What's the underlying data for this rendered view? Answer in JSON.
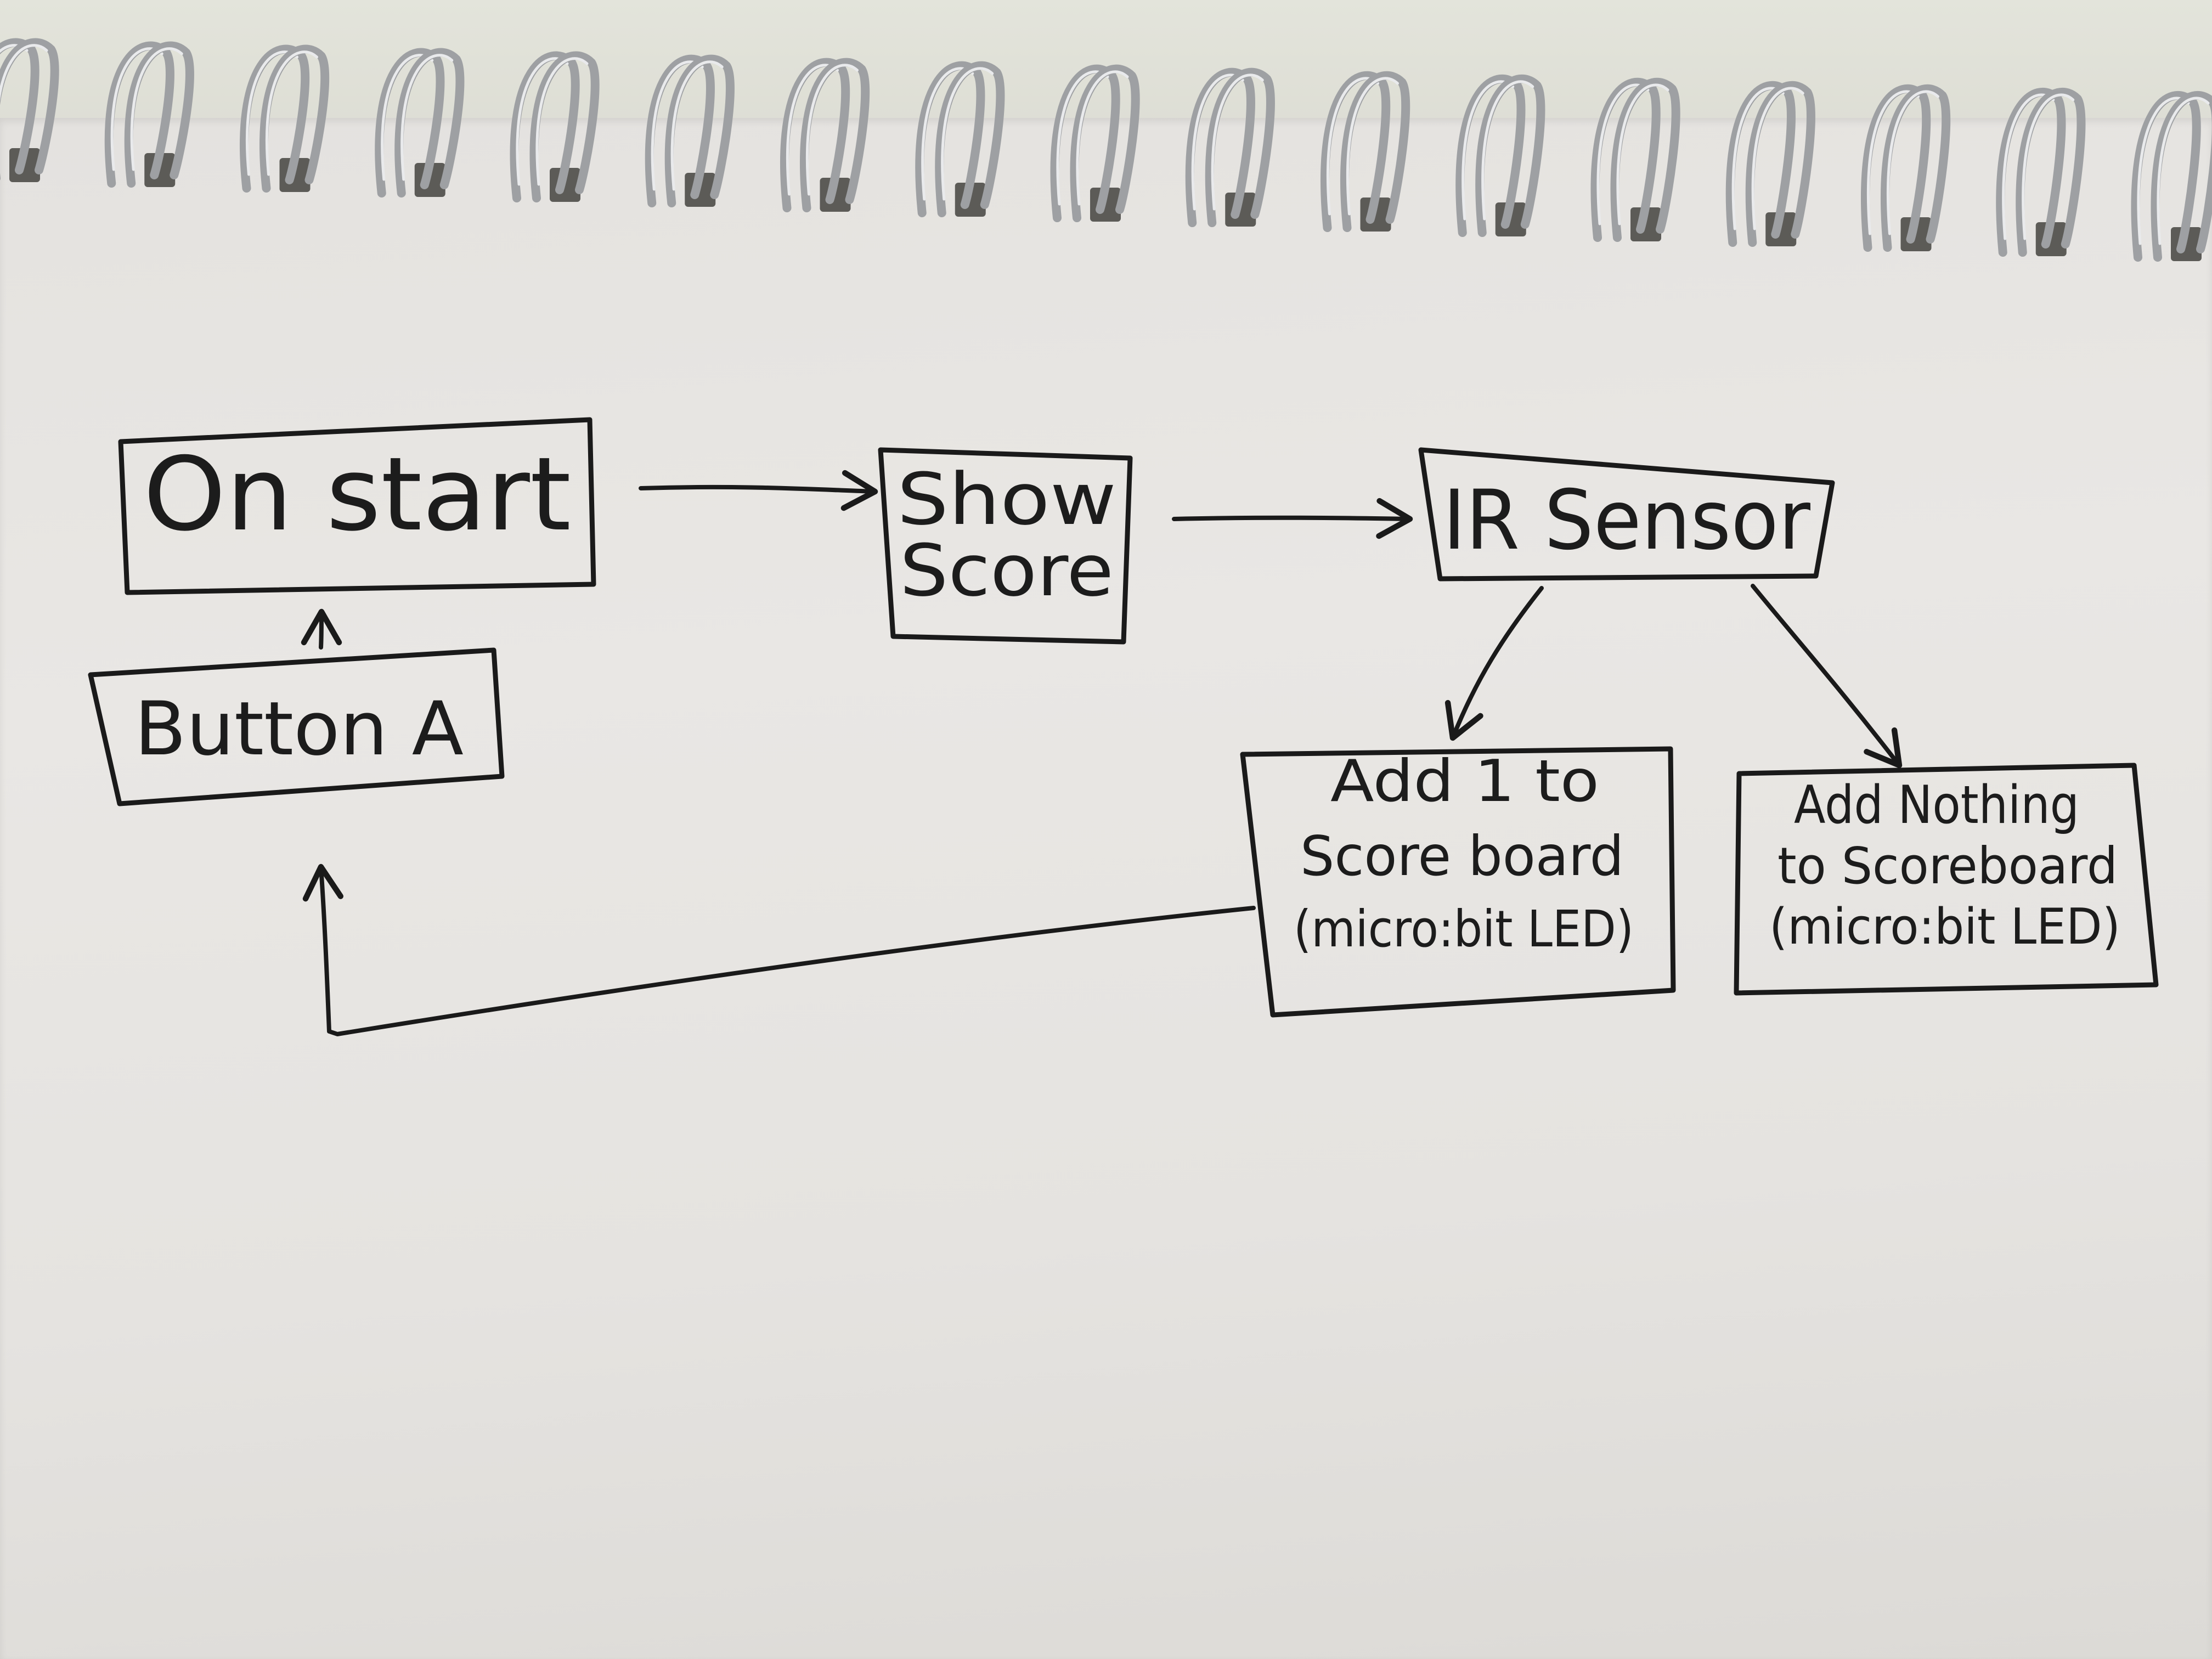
{
  "diagram": {
    "nodes": {
      "on_start": {
        "lines": [
          "On start"
        ]
      },
      "show_score": {
        "lines": [
          "Show",
          "Score"
        ]
      },
      "ir_sensor": {
        "lines": [
          "IR Sensor"
        ]
      },
      "button_a": {
        "lines": [
          "Button A"
        ]
      },
      "add_one": {
        "lines": [
          "Add 1 to",
          "Score board",
          "(micro:bit LED)"
        ]
      },
      "add_nothing": {
        "lines": [
          "Add Nothing",
          "to Scoreboard",
          "(micro:bit LED)"
        ]
      }
    },
    "edges": [
      {
        "from": "on_start",
        "to": "show_score"
      },
      {
        "from": "show_score",
        "to": "ir_sensor"
      },
      {
        "from": "ir_sensor",
        "to": "add_one"
      },
      {
        "from": "ir_sensor",
        "to": "add_nothing"
      },
      {
        "from": "add_one",
        "to": "button_a"
      },
      {
        "from": "button_a",
        "to": "on_start"
      }
    ]
  },
  "colors": {
    "ink": "#1a1a1a",
    "paper": "#e6e4e1",
    "spiral": "#9ea0a3"
  }
}
